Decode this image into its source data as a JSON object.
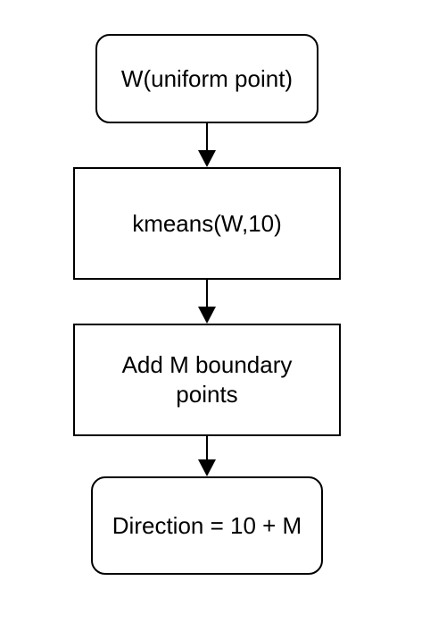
{
  "diagram": {
    "nodes": [
      {
        "id": "n1",
        "label": "W(uniform point)",
        "shape": "rounded-rectangle"
      },
      {
        "id": "n2",
        "label": "kmeans(W,10)",
        "shape": "rectangle"
      },
      {
        "id": "n3",
        "label": "Add M boundary points",
        "shape": "rectangle"
      },
      {
        "id": "n4",
        "label": "Direction = 10 + M",
        "shape": "rounded-rectangle"
      }
    ],
    "edges": [
      {
        "from": "n1",
        "to": "n2"
      },
      {
        "from": "n2",
        "to": "n3"
      },
      {
        "from": "n3",
        "to": "n4"
      }
    ],
    "colors": {
      "stroke": "#000000",
      "fill": "#ffffff",
      "text": "#000000"
    }
  }
}
